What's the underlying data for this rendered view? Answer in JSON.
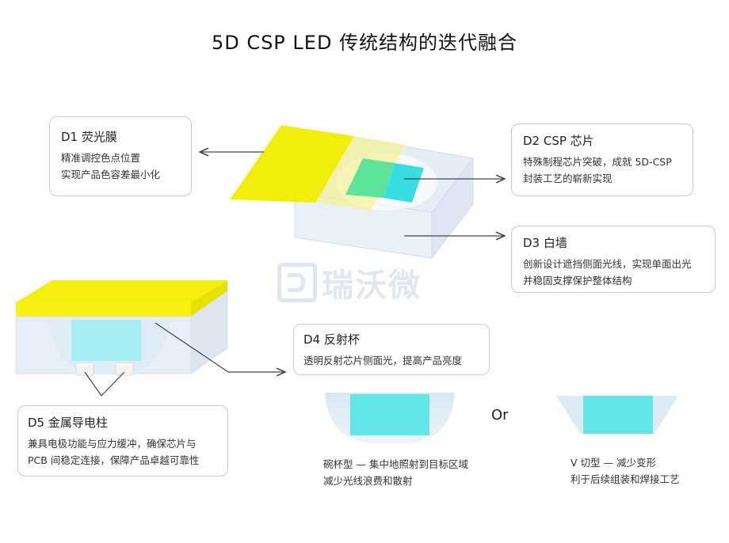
{
  "title": "5D CSP LED 传统结构的迭代融合",
  "watermark": "瑞沃微",
  "d1": {
    "heading": "D1 荧光膜",
    "lines": [
      "精准调控色点位置",
      "实现产品色容差最小化"
    ]
  },
  "d2": {
    "heading": "D2 CSP 芯片",
    "lines": [
      "特殊制程芯片突破，成就 5D-CSP",
      "封装工艺的崭新实现"
    ]
  },
  "d3": {
    "heading": "D3 白墙",
    "lines": [
      "创新设计遮挡侧面光线，实现单面出光",
      "并稳固支撑保护整体结构"
    ]
  },
  "d4": {
    "heading": "D4 反射杯",
    "lines": [
      "透明反射芯片侧面光，提高产品亮度"
    ]
  },
  "d5": {
    "heading": "D5 金属导电柱",
    "lines": [
      "兼具电极功能与应力缓冲，确保芯片与",
      "PCB 间稳定连接，保障产品卓越可靠性"
    ]
  },
  "bowl_caption": [
    "碗杯型 — 集中地照射到目标区域",
    "减少光线浪费和散射"
  ],
  "or_label": "Or",
  "vcut_caption": [
    "V 切型 — 减少变形",
    "利于后续组装和焊接工艺"
  ],
  "colors": {
    "phosphor": "#f2ee0c",
    "chip": "#33dde0",
    "wall": "#e3ebf6",
    "border": "#c9c9c9"
  }
}
